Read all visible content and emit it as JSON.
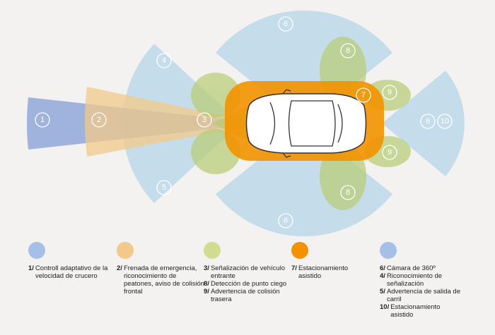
{
  "colors": {
    "blue": "#a6bfe6",
    "orange_light": "#f2c98a",
    "green": "#d2dc91",
    "orange": "#f39200",
    "sector_blue": "#bcd9ea"
  },
  "badges": {
    "b1": "1",
    "b2": "2",
    "b3": "3",
    "b4": "4",
    "b5": "5",
    "b6": "6",
    "b7": "7",
    "b8": "8",
    "b9": "9",
    "b10": "10"
  },
  "legend": [
    {
      "items": [
        {
          "num": "1/",
          "text": "Controll adaptativo de la velocidad de crucero"
        }
      ]
    },
    {
      "items": [
        {
          "num": "2/",
          "text": "Frenada de emergencia, riconocimiento de peatones, aviso de colisión frontal"
        }
      ]
    },
    {
      "items": [
        {
          "num": "3/",
          "text": "Señalización de vehículo entrante"
        },
        {
          "num": "8/",
          "text": "Detección de punto ciego"
        },
        {
          "num": "9/",
          "text": "Advertencia de colisión trasera"
        }
      ]
    },
    {
      "items": [
        {
          "num": "7/",
          "text": "Estacionamiento asistido"
        }
      ]
    },
    {
      "items": [
        {
          "num": "6/",
          "text": "Cámara de 360º"
        },
        {
          "num": "4/",
          "text": "Riconocimiento de señalización"
        },
        {
          "num": "5/",
          "text": "Advertencia de salida de carril"
        },
        {
          "num": "10/",
          "text": "Estacionamiento asistido"
        }
      ]
    }
  ]
}
